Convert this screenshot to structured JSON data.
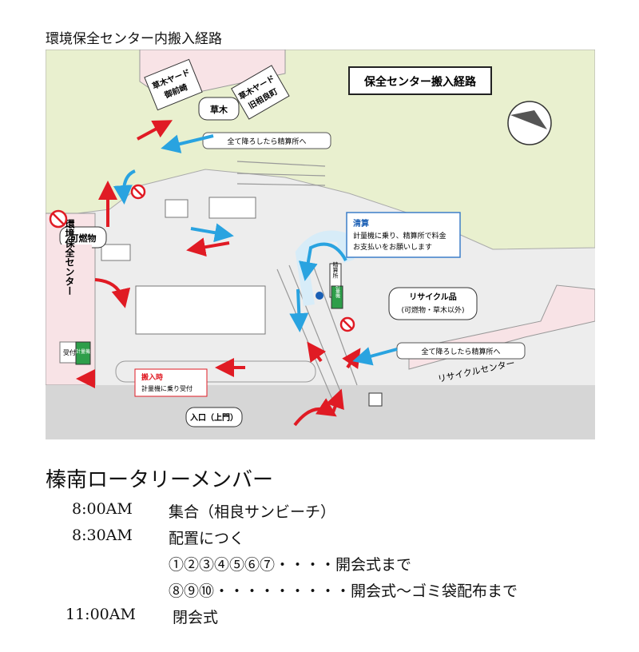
{
  "map_title": "環境保全センター内搬入経路",
  "map": {
    "legend_title": "保全センター搬入経路",
    "yard1": "草木ヤード",
    "yard1_sub": "御前崎",
    "yard2": "草木ヤード",
    "yard2_sub": "旧相良町",
    "kusaki": "草木",
    "kanen": "可燃物",
    "center": "環境保全センター",
    "uketsuke": "受付",
    "keiryoki": "計量機",
    "seisanjo": "精算所",
    "all_unload_1": "全て降ろしたら精算所へ",
    "all_unload_2": "全て降ろしたら精算所へ",
    "seisan_title": "清算",
    "seisan_line1": "計量機に乗り、精算所で料金",
    "seisan_line2": "お支払いをお願いします",
    "recycle_title": "リサイクル品",
    "recycle_sub": "(可燃物・草木以外)",
    "recycle_center": "リサイクルセンター",
    "entry_title": "搬入時",
    "entry_sub": "計量機に乗り受付",
    "gate": "入口（上門）"
  },
  "section_title": "榛南ロータリーメンバー",
  "schedule": [
    {
      "time": "8:00AM",
      "desc": "集合（相良サンビーチ）"
    },
    {
      "time": "8:30AM",
      "desc": "配置につく"
    },
    {
      "time": "",
      "desc": "①②③④⑤⑥⑦・・・・開会式まで"
    },
    {
      "time": "",
      "desc": "⑧⑨⑩・・・・・・・・・開会式～ゴミ袋配布まで"
    },
    {
      "time": "11:00AM",
      "desc": "閉会式"
    }
  ],
  "colors": {
    "green_area": "#e9f0cf",
    "pink_area": "#f8e3e6",
    "road": "#ededed",
    "red_arrow": "#e01b24",
    "blue_arrow": "#29a3e0"
  }
}
